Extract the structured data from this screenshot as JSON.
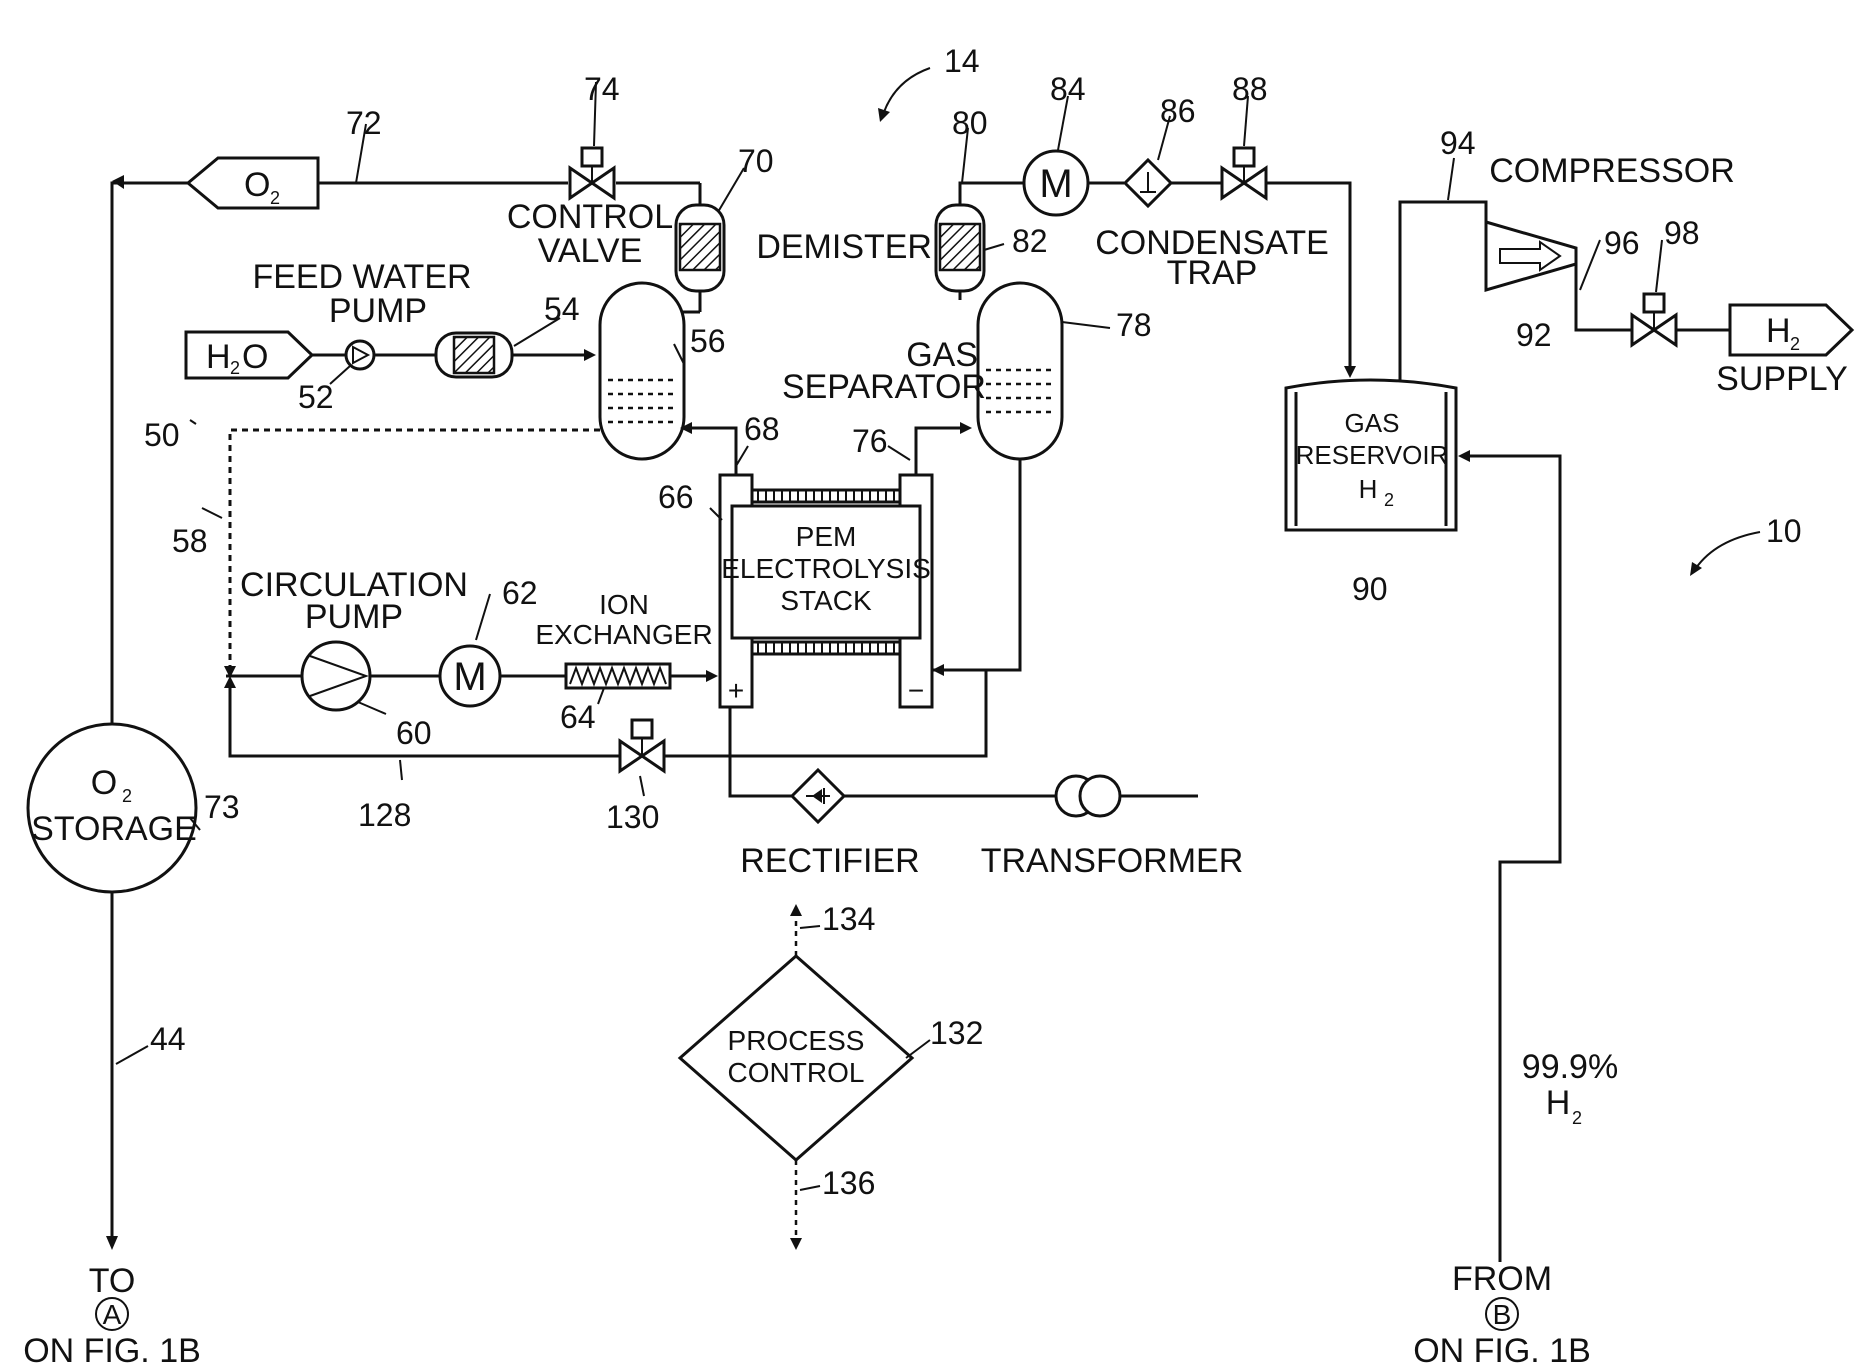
{
  "figure": {
    "ref_system": "10",
    "ref_subsystem": "14",
    "labels": {
      "o2": "O",
      "o2_sub": "2",
      "h2o_h": "H",
      "h2o_sub": "2",
      "h2o_o": "O",
      "h2_supply_h": "H",
      "h2_supply_sub": "2",
      "supply": "SUPPLY",
      "control_valve_1": "CONTROL",
      "control_valve_2": "VALVE",
      "feed_water_pump_1": "FEED WATER",
      "feed_water_pump_2": "PUMP",
      "demister": "DEMISTER",
      "condensate_trap_1": "CONDENSATE",
      "condensate_trap_2": "TRAP",
      "compressor": "COMPRESSOR",
      "gas_separator_1": "GAS",
      "gas_separator_2": "SEPARATOR",
      "gas_reservoir_1": "GAS",
      "gas_reservoir_2": "RESERVOIR",
      "gas_reservoir_3": "H",
      "gas_reservoir_sub": "2",
      "stack_1": "PEM",
      "stack_2": "ELECTROLYSIS",
      "stack_3": "STACK",
      "circulation_pump_1": "CIRCULATION",
      "circulation_pump_2": "PUMP",
      "ion_exchanger_1": "ION",
      "ion_exchanger_2": "EXCHANGER",
      "o2_storage_1": "O",
      "o2_storage_sub": "2",
      "o2_storage_2": "STORAGE",
      "rectifier": "RECTIFIER",
      "transformer": "TRANSFORMER",
      "process_control_1": "PROCESS",
      "process_control_2": "CONTROL",
      "purity_1": "99.9%",
      "purity_2": "H",
      "purity_sub": "2",
      "to": "TO",
      "to_circle": "A",
      "to_fig": "ON FIG. 1B",
      "from": "FROM",
      "from_circle": "B",
      "from_fig": "ON FIG. 1B",
      "plus": "+",
      "minus": "−",
      "motor": "M"
    },
    "refs": {
      "r44": "44",
      "r50": "50",
      "r52": "52",
      "r54": "54",
      "r56": "56",
      "r58": "58",
      "r60": "60",
      "r62": "62",
      "r64": "64",
      "r66": "66",
      "r68": "68",
      "r70": "70",
      "r72": "72",
      "r73": "73",
      "r74": "74",
      "r76": "76",
      "r78": "78",
      "r80": "80",
      "r82": "82",
      "r84": "84",
      "r86": "86",
      "r88": "88",
      "r90": "90",
      "r92": "92",
      "r94": "94",
      "r96": "96",
      "r98": "98",
      "r128": "128",
      "r130": "130",
      "r132": "132",
      "r134": "134",
      "r136": "136"
    }
  }
}
